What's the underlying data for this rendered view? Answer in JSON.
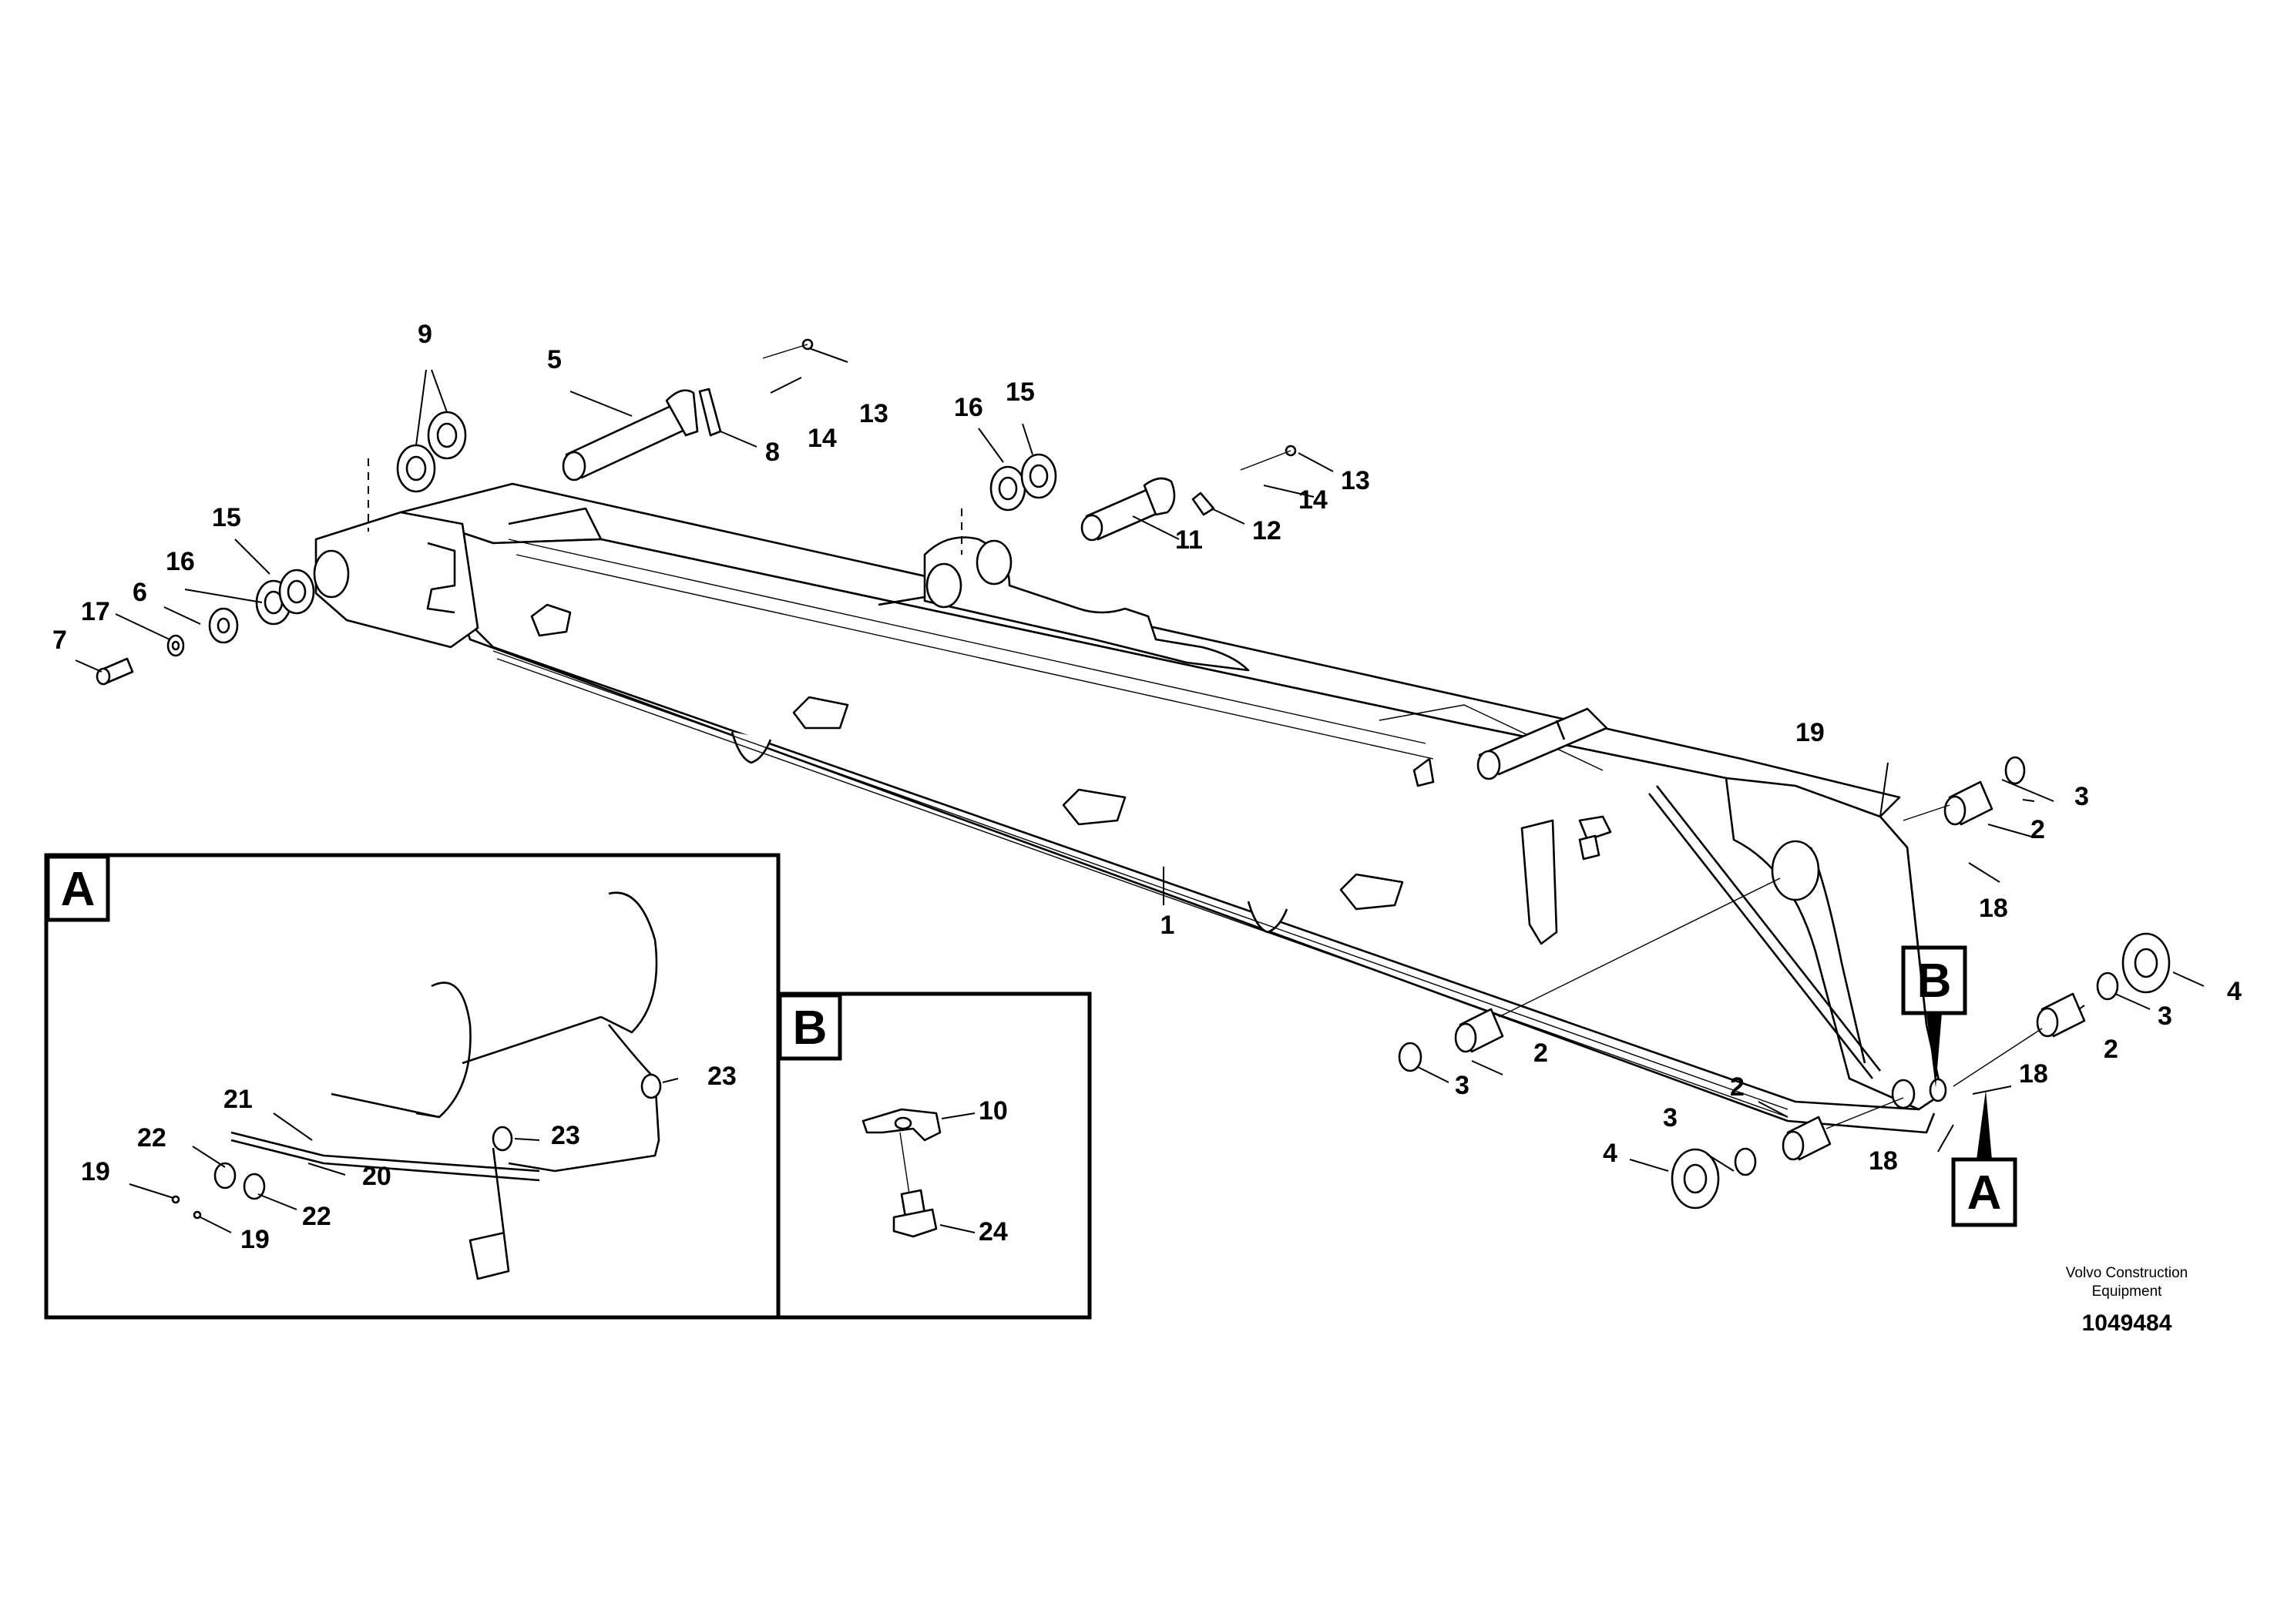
{
  "diagram": {
    "document_number": "1049484",
    "credit_line1": "Volvo Construction",
    "credit_line2": "Equipment",
    "detail_labels": {
      "a": "A",
      "b": "B"
    },
    "callouts": {
      "c1": "1",
      "c2a": "2",
      "c2b": "2",
      "c2c": "2",
      "c2d": "2",
      "c3a": "3",
      "c3b": "3",
      "c3c": "3",
      "c3d": "3",
      "c4a": "4",
      "c4b": "4",
      "c5": "5",
      "c6": "6",
      "c7": "7",
      "c8": "8",
      "c9": "9",
      "c10": "10",
      "c11": "11",
      "c12": "12",
      "c13a": "13",
      "c13b": "13",
      "c14a": "14",
      "c14b": "14",
      "c15a": "15",
      "c15b": "15",
      "c16a": "16",
      "c16b": "16",
      "c17": "17",
      "c18a": "18",
      "c18b": "18",
      "c18c": "18",
      "c19a": "19",
      "c19b": "19",
      "c19c": "19",
      "c20": "20",
      "c21": "21",
      "c22a": "22",
      "c22b": "22",
      "c23a": "23",
      "c23b": "23",
      "c24": "24"
    }
  }
}
